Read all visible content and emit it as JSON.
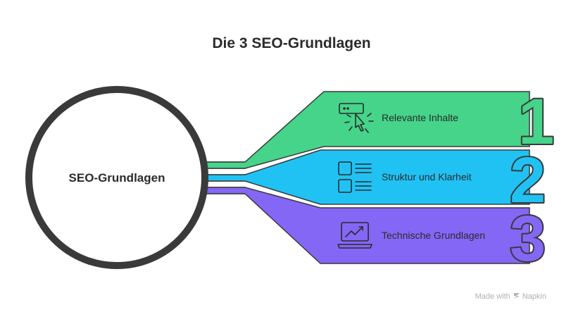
{
  "title": "Die 3 SEO-Grundlagen",
  "center": {
    "label": "SEO-Grundlagen"
  },
  "items": [
    {
      "number": "1",
      "label": "Relevante Inhalte",
      "color": "#45d489",
      "icon": "cursor-click-icon"
    },
    {
      "number": "2",
      "label": "Struktur und Klarheit",
      "color": "#20c2f4",
      "icon": "list-layout-icon"
    },
    {
      "number": "3",
      "label": "Technische Grundlagen",
      "color": "#8567f6",
      "icon": "laptop-chart-icon"
    }
  ],
  "footer": {
    "made_with": "Made with",
    "brand": "Napkin"
  },
  "colors": {
    "outline": "#3a3a3a",
    "text": "#2b2b2b",
    "background": "#ffffff"
  }
}
